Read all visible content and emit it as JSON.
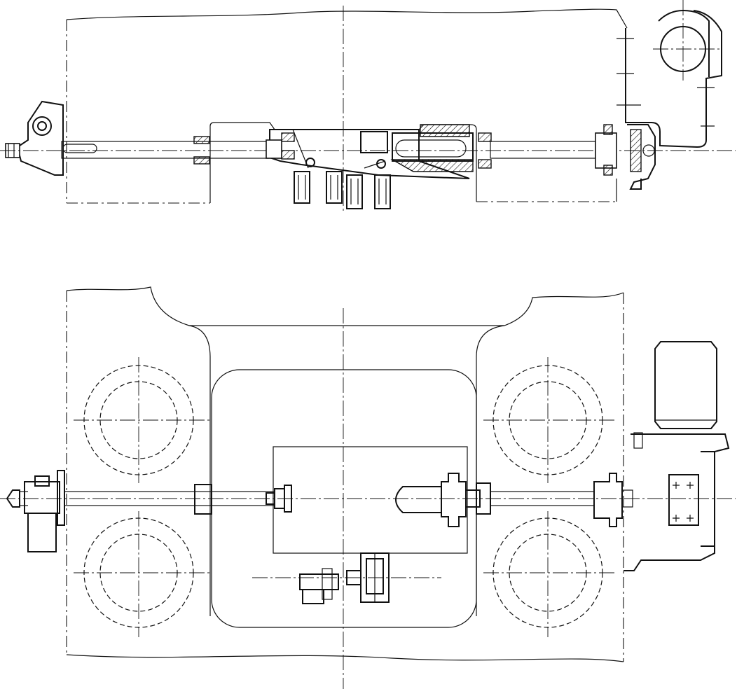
{
  "drawing": {
    "views": [
      {
        "id": "elevation-view",
        "kind": "section elevation"
      },
      {
        "id": "plan-view",
        "kind": "plan"
      }
    ],
    "colors": {
      "line": "#111111",
      "background": "#ffffff"
    },
    "icons": [
      "handwheel-icon",
      "motor-icon",
      "screw-shaft-icon",
      "bearing-icon",
      "coupling-icon",
      "gear-icon"
    ]
  }
}
